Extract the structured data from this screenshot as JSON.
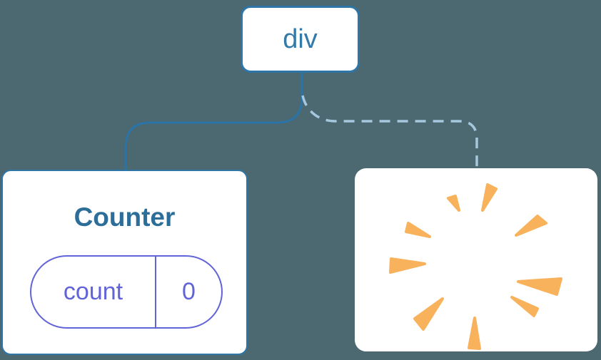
{
  "colors": {
    "background": "#4C6870",
    "line-solid": "#2B74A8",
    "line-dashed": "#A6C8DE",
    "node-bg": "#FFFFFF",
    "node-border": "#2E76A8",
    "root-label": "#337AA9",
    "counter-title": "#2D6E99",
    "state-accent": "#6164D8",
    "poof-orange": "#F8B25C"
  },
  "tree": {
    "root": {
      "label": "div"
    },
    "counter": {
      "title": "Counter",
      "state": {
        "key": "count",
        "value": "0"
      }
    },
    "removed": {
      "icon": "poof-icon"
    }
  }
}
